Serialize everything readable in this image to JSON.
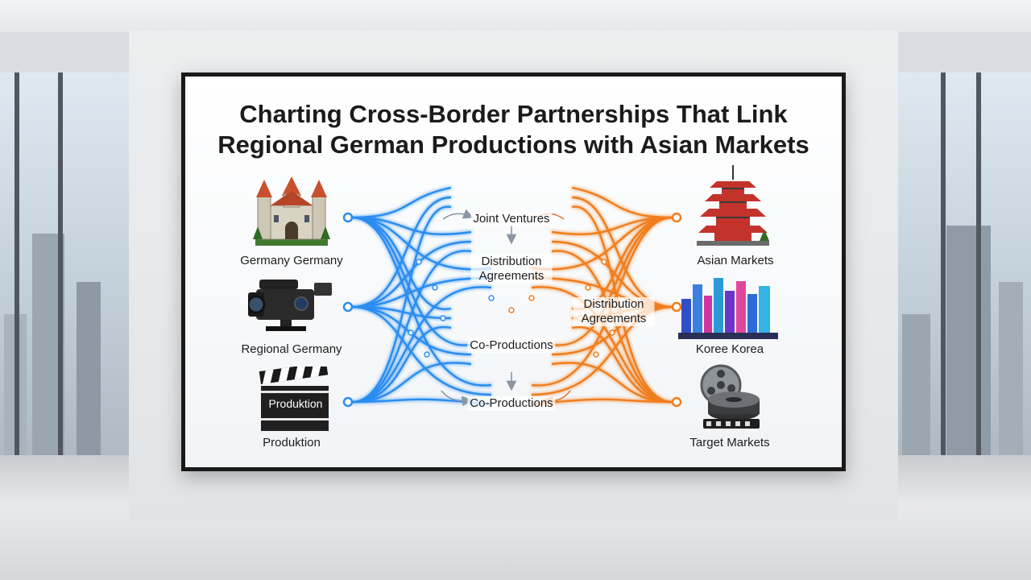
{
  "title_lines": [
    "Charting Cross-Border Partnerships That Link",
    "Regional German Productions with Asian Markets"
  ],
  "left_nodes": [
    {
      "label": "Germany Germany",
      "icon": "castle-icon"
    },
    {
      "label": "Regional Germany",
      "icon": "film-camera-icon"
    },
    {
      "label": "Produktion",
      "icon": "clapperboard-icon",
      "board_text": "Produktion"
    }
  ],
  "right_nodes": [
    {
      "label": "Asian Markets",
      "icon": "pagoda-icon"
    },
    {
      "label": "Koree Korea",
      "icon": "city-skyline-icon"
    },
    {
      "label": "Target Markets",
      "icon": "film-reel-icon"
    }
  ],
  "middle_labels": {
    "joint_ventures": "Joint Ventures",
    "distribution_left": "Distribution Agreements",
    "distribution_right": "Distribution Agreements",
    "co_productions_mid": "Co-Productions",
    "co_productions_bottom": "Co-Productions"
  },
  "colors": {
    "german_links": "#2a8cf0",
    "asian_links": "#f07d1e",
    "text": "#1b1b1b"
  }
}
